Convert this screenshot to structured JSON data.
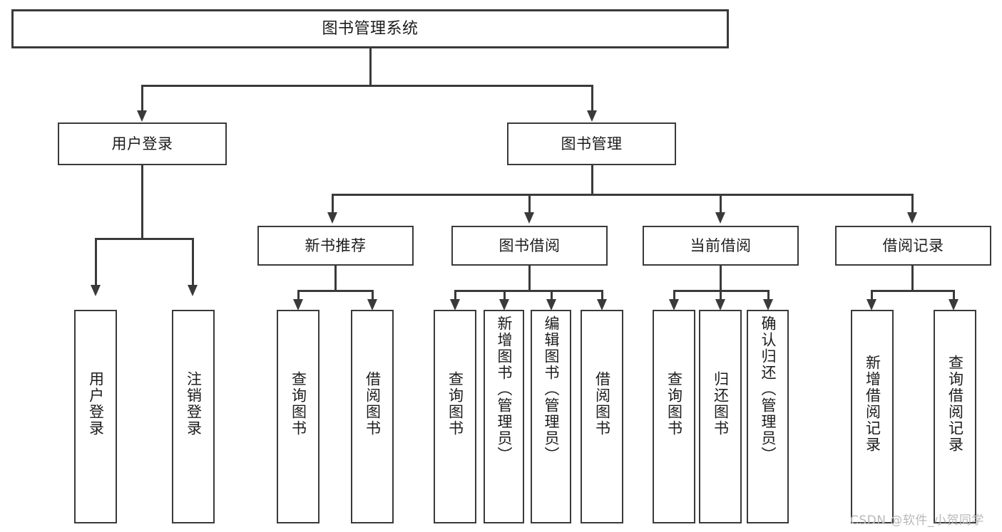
{
  "diagram": {
    "title": "图书管理系统",
    "watermark": "CSDN @软件_小贺同学",
    "nodes": {
      "root": "图书管理系统",
      "level1": [
        {
          "label": "用户登录"
        },
        {
          "label": "图书管理"
        }
      ],
      "level2": [
        {
          "label": "新书推荐"
        },
        {
          "label": "图书借阅"
        },
        {
          "label": "当前借阅"
        },
        {
          "label": "借阅记录"
        }
      ],
      "leaves_user_login": [
        {
          "label": "用户登录"
        },
        {
          "label": "注销登录"
        }
      ],
      "leaves_new_book": [
        {
          "label": "查询图书"
        },
        {
          "label": "借阅图书"
        }
      ],
      "leaves_borrow": [
        {
          "label": "查询图书"
        },
        {
          "label": "新增图书（管理员）"
        },
        {
          "label": "编辑图书（管理员）"
        },
        {
          "label": "借阅图书"
        }
      ],
      "leaves_current": [
        {
          "label": "查询图书"
        },
        {
          "label": "归还图书"
        },
        {
          "label": "确认归还（管理员）"
        }
      ],
      "leaves_record": [
        {
          "label": "新增借阅记录"
        },
        {
          "label": "查询借阅记录"
        }
      ]
    },
    "colors": {
      "stroke": "#3a3a3a",
      "text": "#1c1c1c",
      "background": "#ffffff",
      "watermark": "#b9b9b9"
    }
  }
}
